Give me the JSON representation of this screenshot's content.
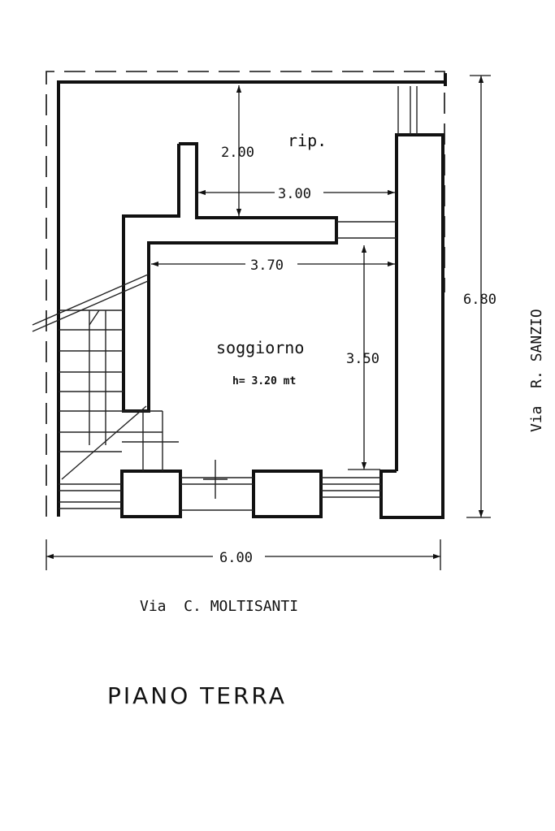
{
  "colors": {
    "ink": "#111111",
    "paper": "#ffffff"
  },
  "rooms": {
    "storage": "rip.",
    "living": "soggiorno",
    "height": "h= 3.20 mt"
  },
  "dimensions": {
    "top_vertical": "2.00",
    "top_horizontal": "3.00",
    "living_width": "3.70",
    "living_depth": "3.50",
    "total_depth": "6.80",
    "total_width": "6.00"
  },
  "streets": {
    "south": "Via  C. MOLTISANTI",
    "east": "Via  R. SANZIO"
  },
  "floor_title": "PIANO TERRA"
}
